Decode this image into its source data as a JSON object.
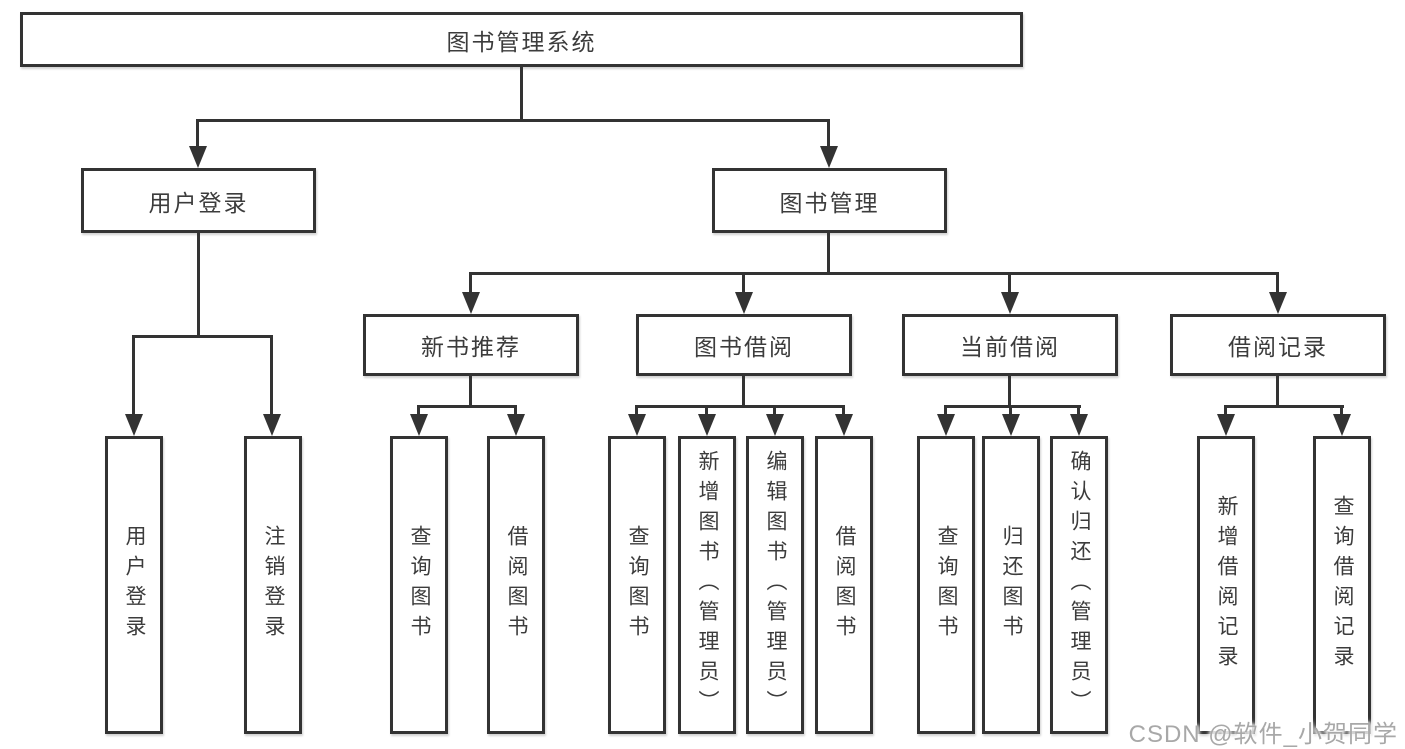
{
  "diagram": {
    "root": {
      "label": "图书管理系统"
    },
    "login": {
      "label": "用户登录",
      "children": [
        {
          "label": "用户登录"
        },
        {
          "label": "注销登录"
        }
      ]
    },
    "management": {
      "label": "图书管理",
      "sections": [
        {
          "label": "新书推荐",
          "children": [
            {
              "label": "查询图书"
            },
            {
              "label": "借阅图书"
            }
          ]
        },
        {
          "label": "图书借阅",
          "children": [
            {
              "label": "查询图书"
            },
            {
              "label": "新增图书（管理员）"
            },
            {
              "label": "编辑图书（管理员）"
            },
            {
              "label": "借阅图书"
            }
          ]
        },
        {
          "label": "当前借阅",
          "children": [
            {
              "label": "查询图书"
            },
            {
              "label": "归还图书"
            },
            {
              "label": "确认归还（管理员）"
            }
          ]
        },
        {
          "label": "借阅记录",
          "children": [
            {
              "label": "新增借阅记录"
            },
            {
              "label": "查询借阅记录"
            }
          ]
        }
      ]
    }
  },
  "watermark": "CSDN @软件_小贺同学",
  "colors": {
    "line": "#333333",
    "text": "#3c3c3c",
    "wm": "#a8a8a8",
    "background": "#ffffff"
  }
}
